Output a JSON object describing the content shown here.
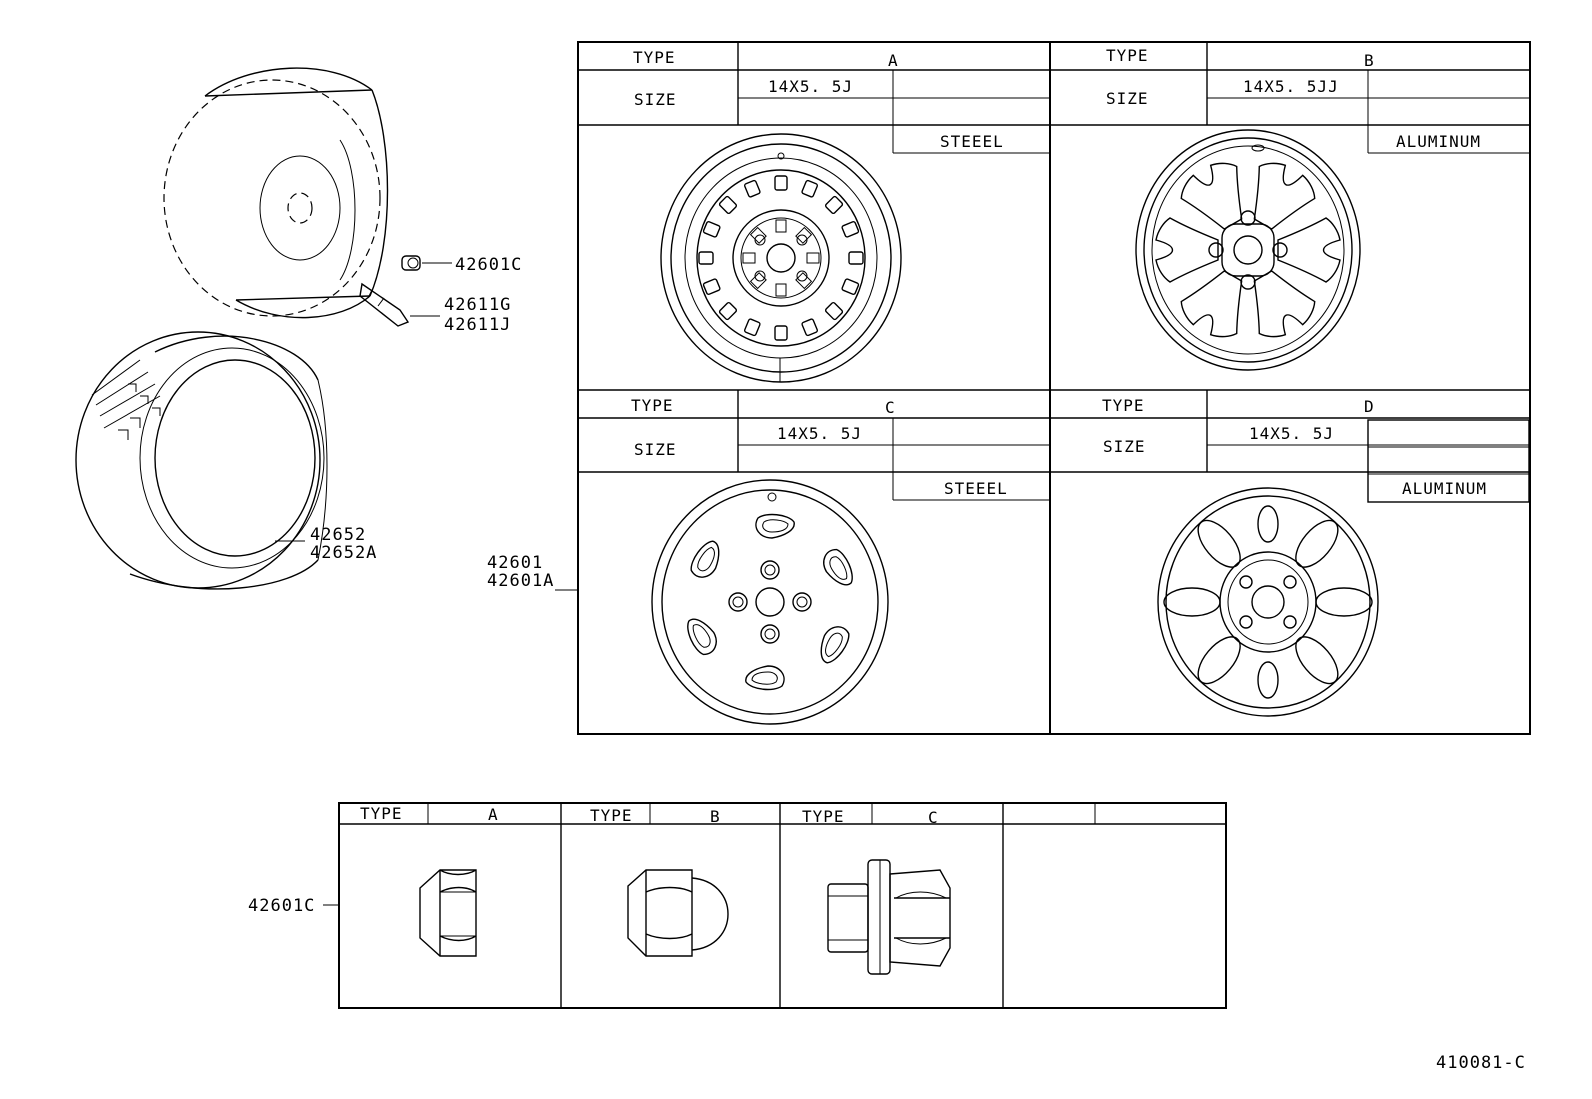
{
  "parts": {
    "hub_nut": "42601C",
    "valve_1": "42611G",
    "valve_2": "42611J",
    "tire_1": "42652",
    "tire_2": "42652A",
    "wheel_1": "42601",
    "wheel_2": "42601A",
    "nut_table": "42601C"
  },
  "wheel_table": {
    "type_label": "TYPE",
    "size_label": "SIZE",
    "cells": [
      {
        "type": "A",
        "size": "14X5. 5J",
        "material": "STEEEL"
      },
      {
        "type": "B",
        "size": "14X5. 5JJ",
        "material": "ALUMINUM"
      },
      {
        "type": "C",
        "size": "14X5. 5J",
        "material": "STEEEL"
      },
      {
        "type": "D",
        "size": "14X5. 5J",
        "material": "ALUMINUM"
      }
    ]
  },
  "nut_table": {
    "type_label": "TYPE",
    "types": [
      "A",
      "B",
      "C"
    ]
  },
  "drawing_number": "410081-C"
}
